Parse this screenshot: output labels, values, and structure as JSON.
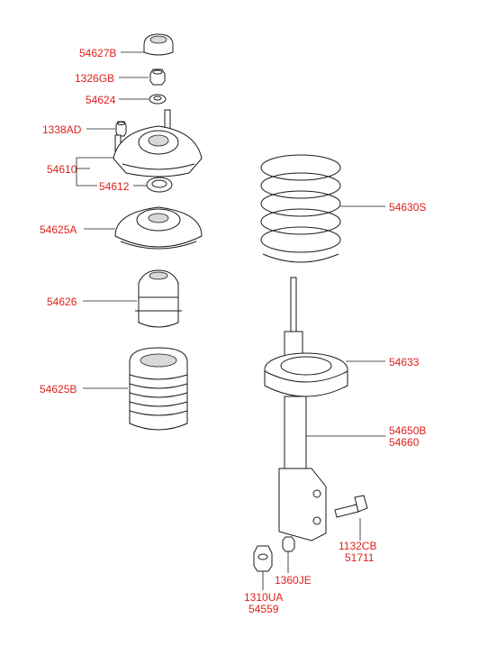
{
  "diagram": {
    "callouts": [
      {
        "id": "c1",
        "text": "54627B"
      },
      {
        "id": "c2",
        "text": "1326GB"
      },
      {
        "id": "c3",
        "text": "54624"
      },
      {
        "id": "c4",
        "text": "1338AD"
      },
      {
        "id": "c5",
        "text": "54610"
      },
      {
        "id": "c6",
        "text": "54612"
      },
      {
        "id": "c7",
        "text": "54625A"
      },
      {
        "id": "c8",
        "text": "54626"
      },
      {
        "id": "c9",
        "text": "54625B"
      },
      {
        "id": "c10",
        "text": "54630S"
      },
      {
        "id": "c11",
        "text": "54633"
      },
      {
        "id": "c12a",
        "text": "54650B"
      },
      {
        "id": "c12b",
        "text": "54660"
      },
      {
        "id": "c13a",
        "text": "1132CB"
      },
      {
        "id": "c13b",
        "text": "51711"
      },
      {
        "id": "c14",
        "text": "1360JE"
      },
      {
        "id": "c15a",
        "text": "1310UA"
      },
      {
        "id": "c15b",
        "text": "54559"
      }
    ],
    "label_color": "#e0201c",
    "line_color": "#1a1a1a"
  }
}
